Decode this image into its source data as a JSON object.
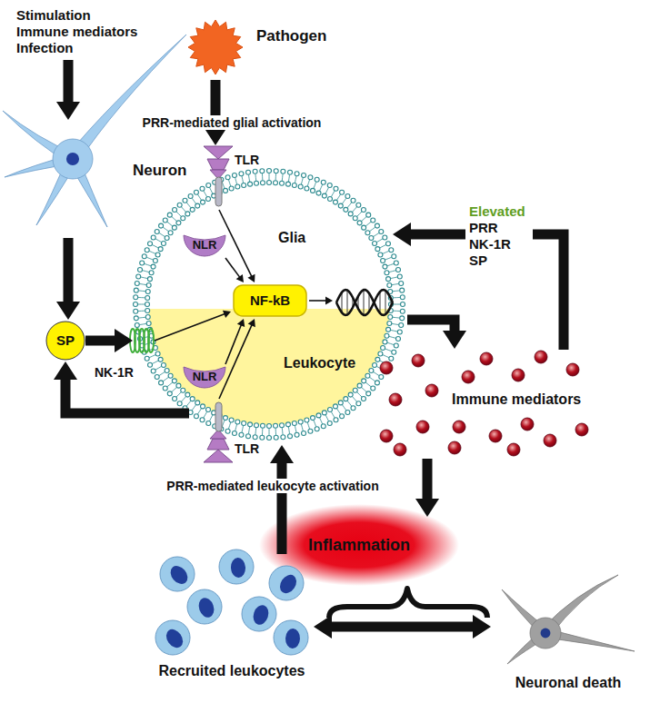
{
  "diagram": {
    "nodes": [
      {
        "text": [
          "Neuron"
        ]
      },
      {
        "text": [
          "Pathogen"
        ]
      },
      {
        "text": [
          "SP"
        ]
      },
      {
        "text": [
          "Glia",
          "Leukocyte"
        ]
      },
      {
        "text": [
          "NLR"
        ],
        "in": 3
      },
      {
        "text": [
          "NF-kB"
        ],
        "in": 3
      },
      {
        "text": [
          "NLR"
        ],
        "in": 3
      },
      {
        "text": [
          "Immune mediators"
        ]
      },
      {
        "text": [
          "Inflammation"
        ]
      },
      {
        "text": [
          "Recruited leukocytes"
        ]
      },
      {
        "text": [
          "Neuronal death"
        ]
      }
    ],
    "edges": [
      {
        "from": 0,
        "to": 2,
        "arrow": "to"
      },
      {
        "from": 2,
        "to": 3,
        "arrow": "to"
      },
      {
        "from": 3,
        "to": 2,
        "arrow": "to"
      },
      {
        "from": 1,
        "to": 3,
        "arrow": "to"
      },
      {
        "from": 3,
        "to": 7,
        "arrow": "to"
      },
      {
        "from": 7,
        "to": 3,
        "arrow": "to"
      },
      {
        "from": 7,
        "to": 8,
        "arrow": "to"
      },
      {
        "from": 9,
        "to": 3,
        "arrow": "to"
      },
      {
        "from": 9,
        "to": 10,
        "arrow": "both"
      },
      {
        "from": 4,
        "to": 5,
        "arrow": "to"
      },
      {
        "from": 6,
        "to": 5,
        "arrow": "to"
      }
    ],
    "labels": [
      "Stimulation",
      "Immune mediators",
      "Infection",
      "PRR-mediated glial activation",
      "TLR",
      "TLR",
      "NK-1R",
      "PRR-mediated leukocyte activation",
      "Elevated",
      "PRR",
      "NK-1R",
      "SP"
    ]
  }
}
